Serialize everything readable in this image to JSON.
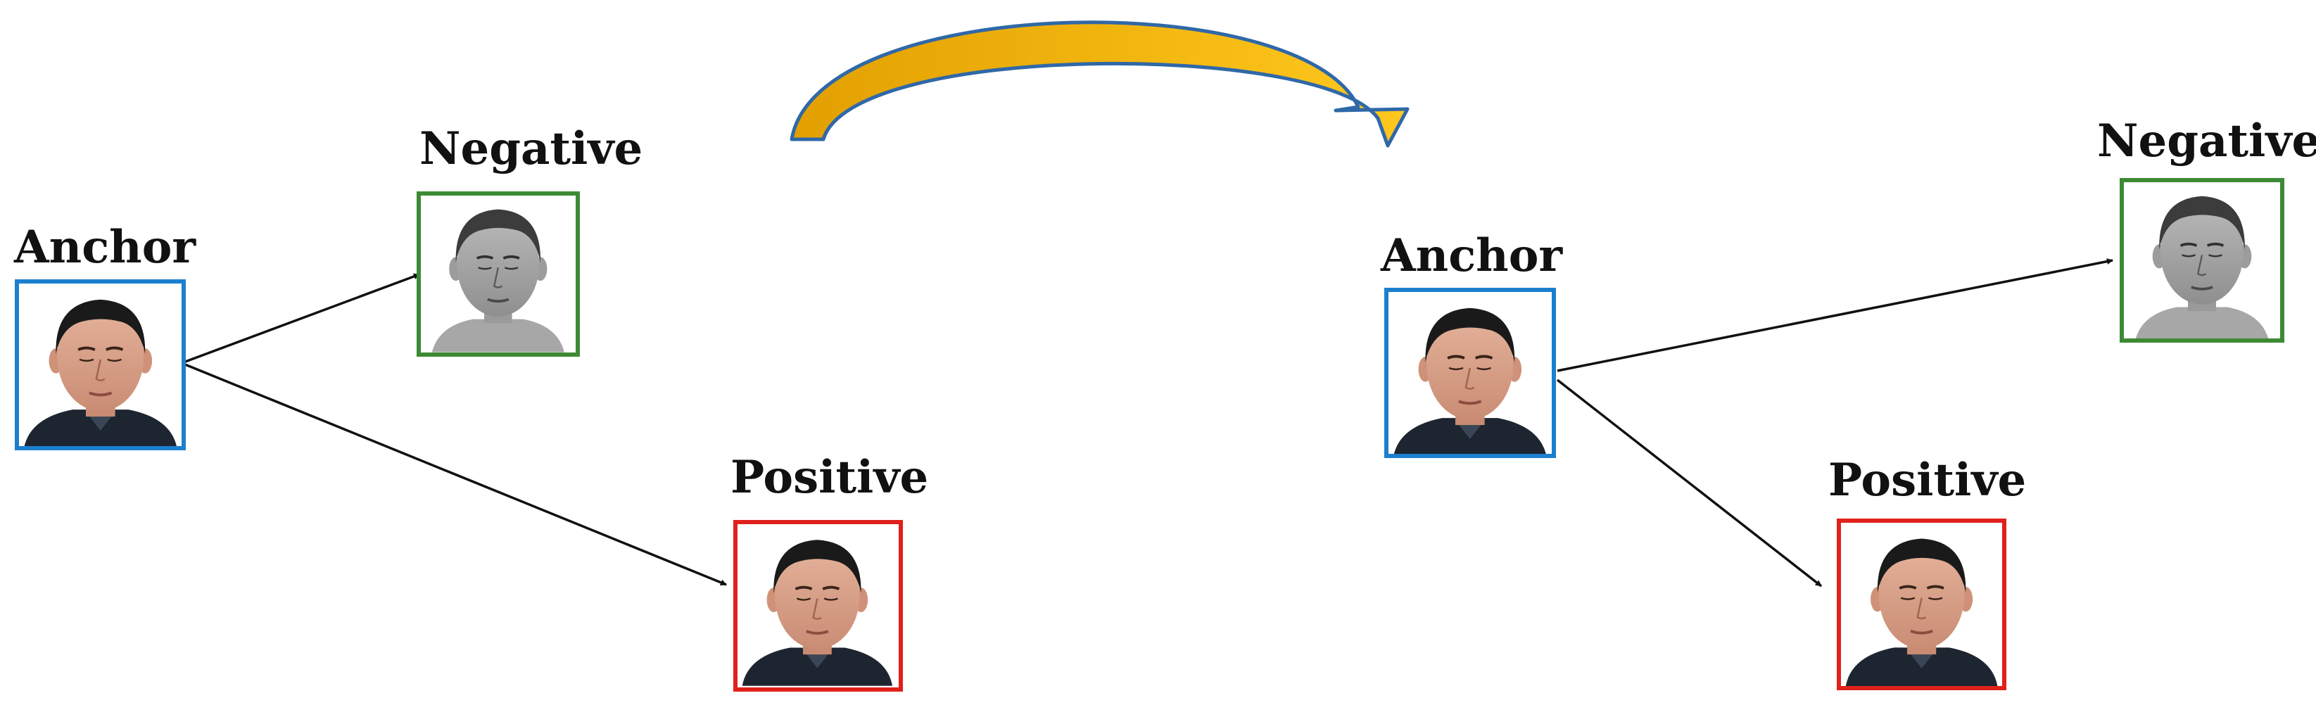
{
  "diagram": {
    "before": {
      "anchor": {
        "label": "Anchor",
        "frame_color": "#1b7fce",
        "photo": "color-face"
      },
      "negative": {
        "label": "Negative",
        "frame_color": "#3d8a34",
        "photo": "grayscale-face"
      },
      "positive": {
        "label": "Positive",
        "frame_color": "#e0211b",
        "photo": "color-face"
      }
    },
    "after": {
      "anchor": {
        "label": "Anchor",
        "frame_color": "#1b7fce",
        "photo": "color-face"
      },
      "negative": {
        "label": "Negative",
        "frame_color": "#3d8a34",
        "photo": "grayscale-face"
      },
      "positive": {
        "label": "Positive",
        "frame_color": "#e0211b",
        "photo": "color-face"
      }
    },
    "transition_arrow": {
      "fill": "#f2b400",
      "stroke": "#2f68a8"
    },
    "edge_color": "#111111"
  }
}
